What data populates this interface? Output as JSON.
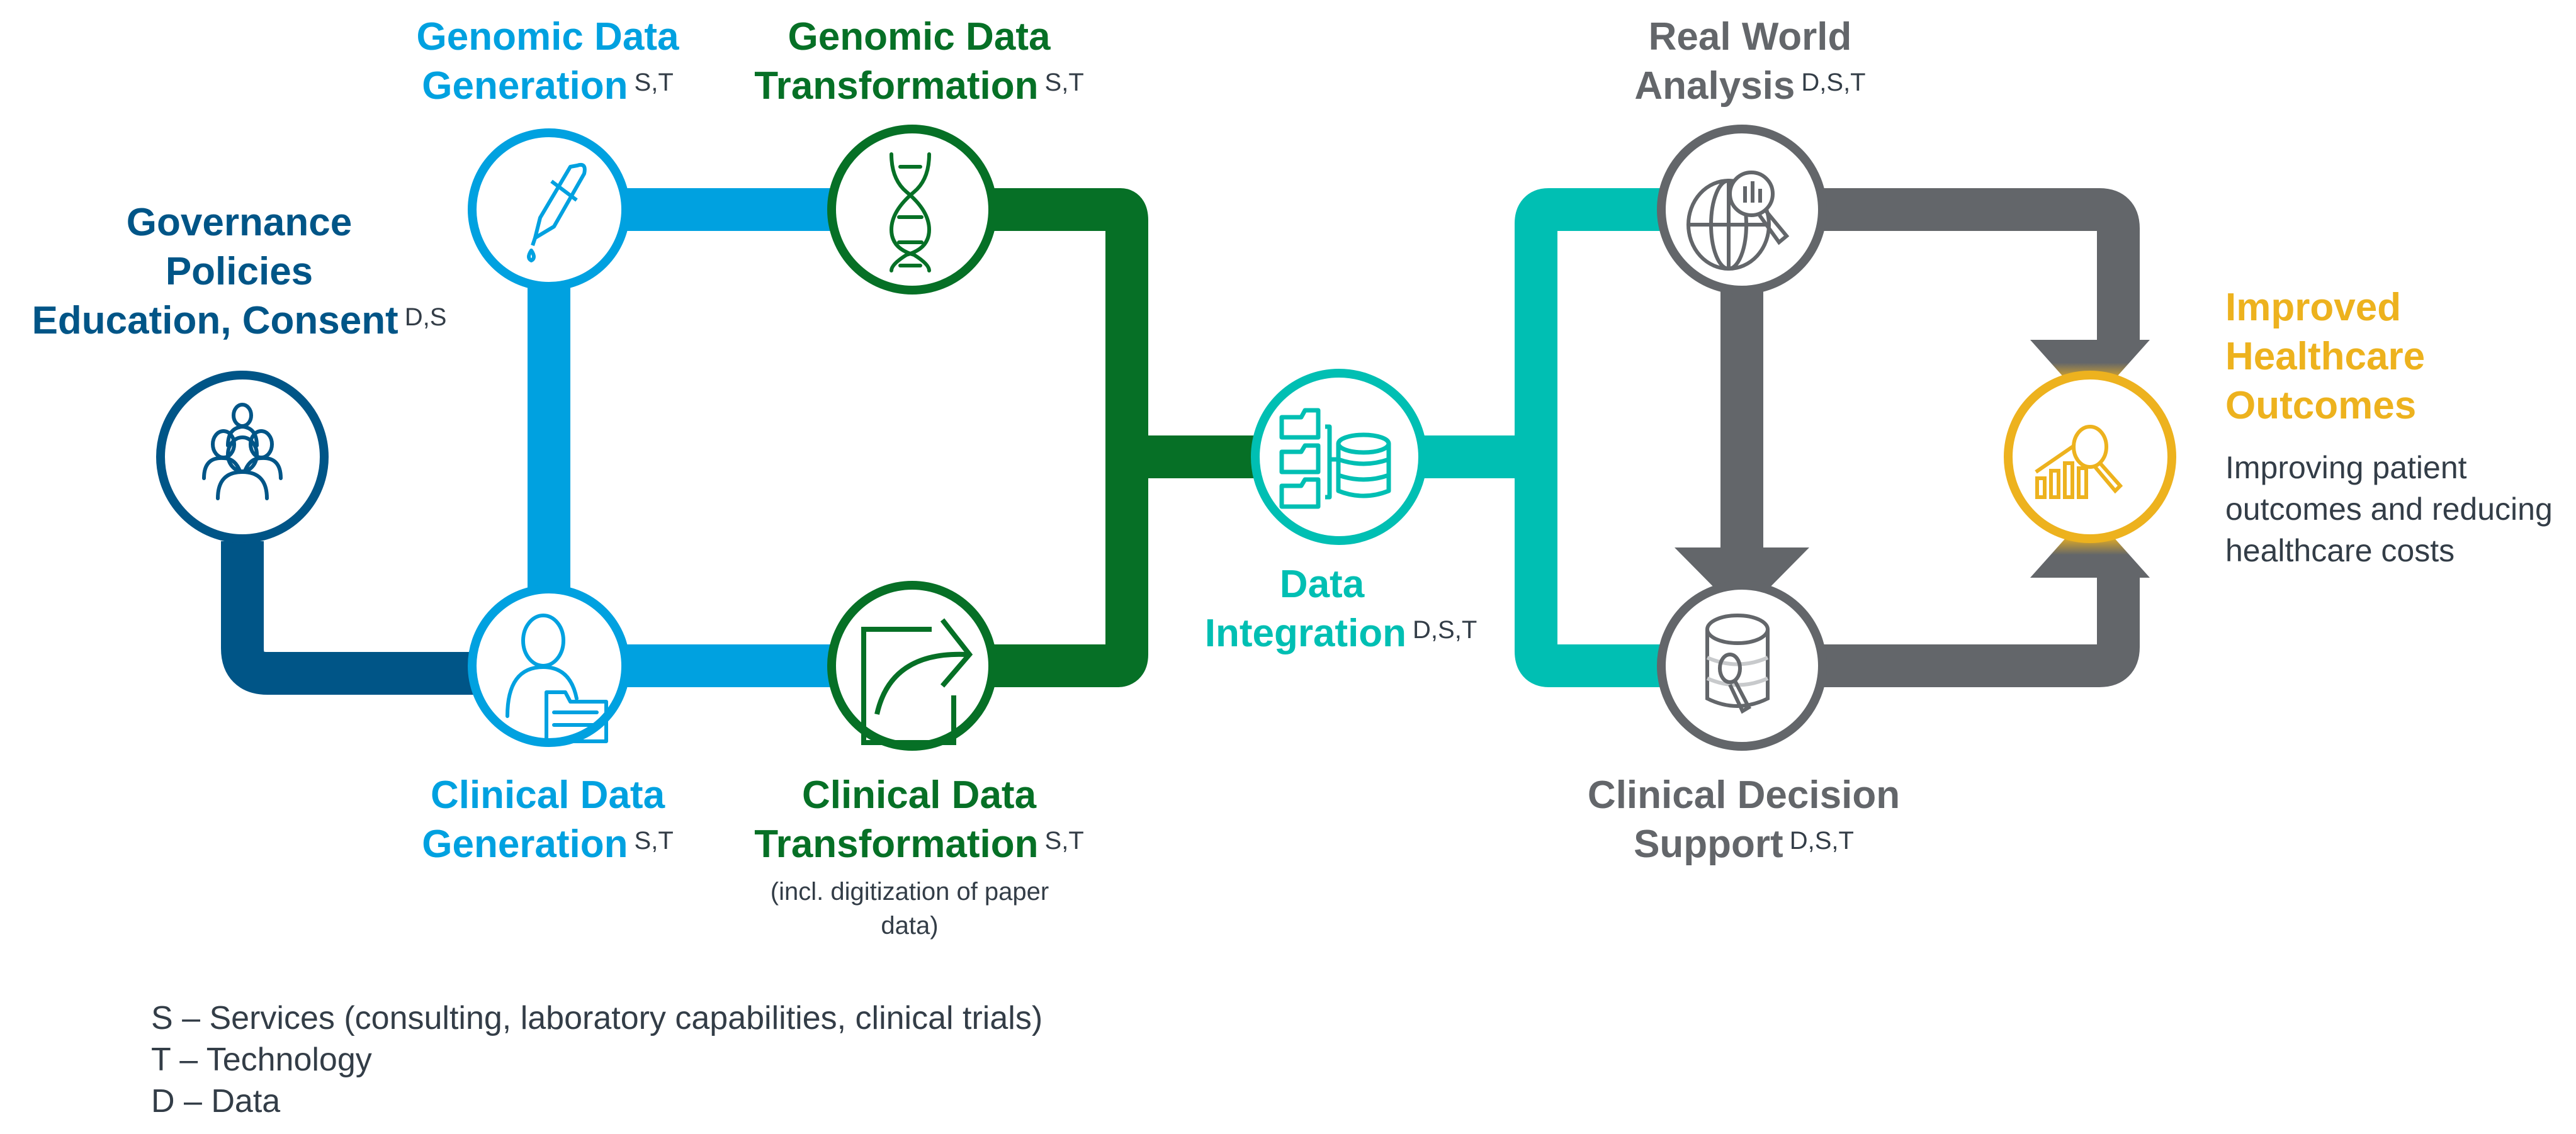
{
  "colors": {
    "governance": "#005587",
    "generation": "#00a1e0",
    "transformation": "#067026",
    "integration": "#00bfb3",
    "analysis": "#63666a",
    "outcome": "#edb21e",
    "text_dark": "#333d47"
  },
  "nodes": {
    "governance": {
      "title_lines": [
        "Governance",
        "Policies",
        "Education, Consent"
      ],
      "tags": "D,S",
      "icon": "people-group-icon"
    },
    "genomic_generation": {
      "title_lines": [
        "Genomic Data",
        "Generation"
      ],
      "tags": "S,T",
      "icon": "pipette-icon"
    },
    "genomic_transformation": {
      "title_lines": [
        "Genomic Data",
        "Transformation"
      ],
      "tags": "S,T",
      "icon": "dna-icon"
    },
    "clinical_generation": {
      "title_lines": [
        "Clinical Data",
        "Generation"
      ],
      "tags": "S,T",
      "icon": "person-folder-icon"
    },
    "clinical_transformation": {
      "title_lines": [
        "Clinical Data",
        "Transformation"
      ],
      "tags": "S,T",
      "note": "(incl. digitization of paper data)",
      "icon": "document-export-icon"
    },
    "data_integration": {
      "title_lines": [
        "Data",
        "Integration"
      ],
      "tags": "D,S,T",
      "icon": "folders-database-icon"
    },
    "real_world_analysis": {
      "title_lines": [
        "Real World",
        "Analysis"
      ],
      "tags": "D,S,T",
      "icon": "globe-search-icon"
    },
    "clinical_decision_support": {
      "title_lines": [
        "Clinical Decision",
        "Support"
      ],
      "tags": "D,S,T",
      "icon": "database-search-icon"
    },
    "improved_outcomes": {
      "title_lines": [
        "Improved",
        "Healthcare",
        "Outcomes"
      ],
      "description": "Improving patient outcomes and reducing healthcare costs",
      "icon": "chart-search-icon"
    }
  },
  "legend": [
    "S – Services (consulting, laboratory capabilities, clinical trials)",
    "T – Technology",
    "D – Data"
  ]
}
